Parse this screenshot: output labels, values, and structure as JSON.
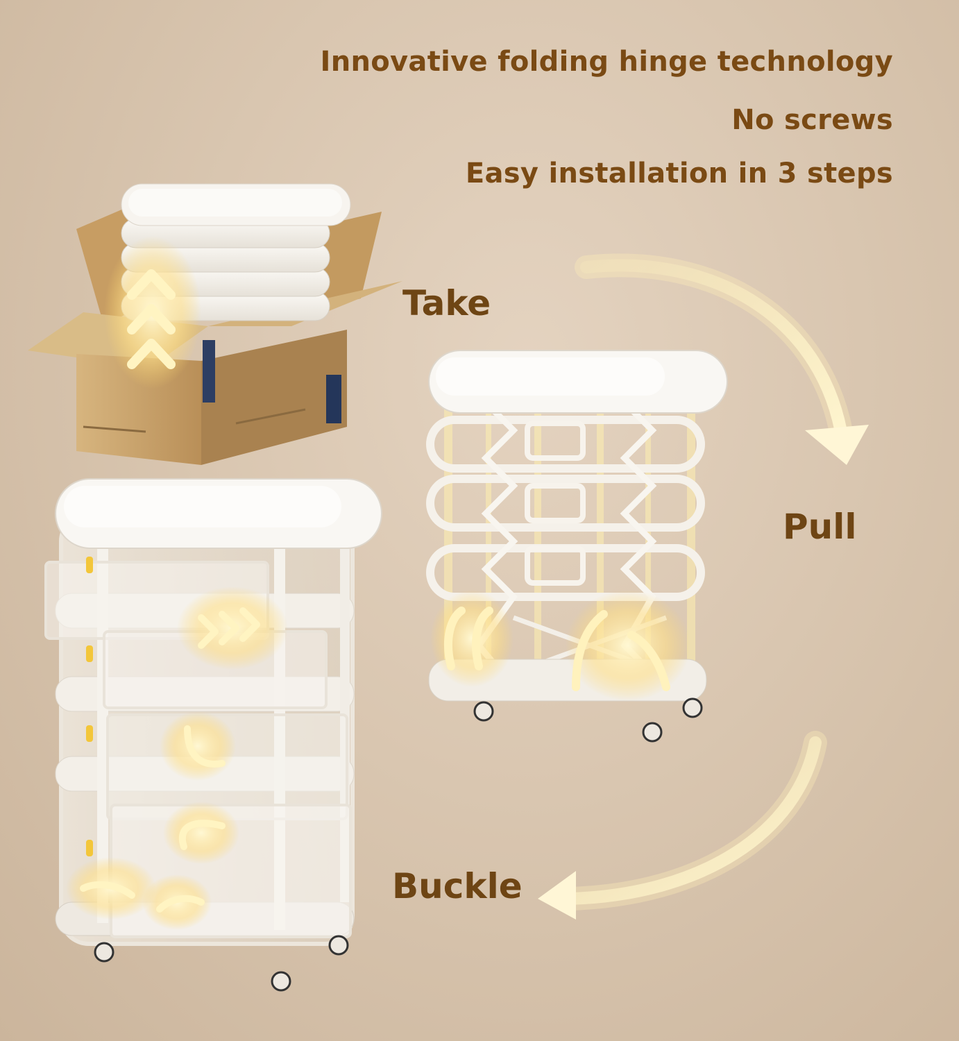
{
  "headlines": {
    "line1": "Innovative folding hinge technology",
    "line2": "No screws",
    "line3": "Easy installation in 3 steps"
  },
  "steps": {
    "take": "Take",
    "pull": "Pull",
    "buckle": "Buckle"
  },
  "colors": {
    "text": "#7a4a14",
    "glow": "#ffe79a",
    "cardboard": "#c9a46e",
    "plastic": "#f4f0ea"
  }
}
